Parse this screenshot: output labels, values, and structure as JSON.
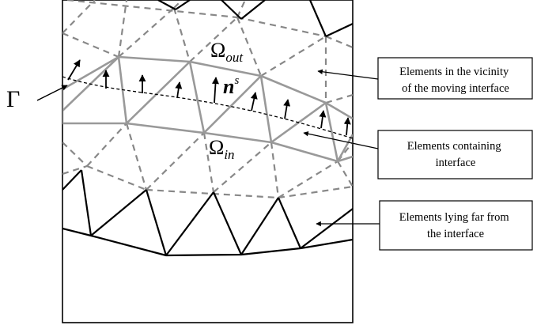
{
  "symbols": {
    "gamma": "Γ",
    "omega": "Ω",
    "omega_out_sub": "out",
    "omega_in_sub": "in",
    "normal_base": "n",
    "normal_sup": "s"
  },
  "callouts": [
    {
      "lines": [
        "Elements in the vicinity",
        "of the moving interface"
      ]
    },
    {
      "lines": [
        "Elements containing",
        "interface"
      ]
    },
    {
      "lines": [
        "Elements lying far from",
        "the interface"
      ]
    }
  ]
}
